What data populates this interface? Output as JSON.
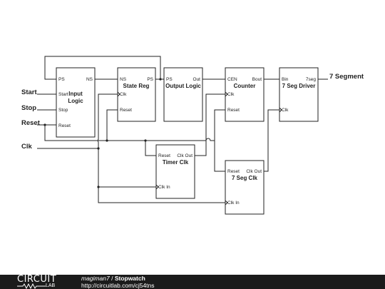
{
  "blocks": {
    "input_logic": {
      "title_line1": "Input",
      "title_line2": "Logic",
      "pins": [
        "PS",
        "NS",
        "Start",
        "Stop",
        "Reset"
      ]
    },
    "state_reg": {
      "title": "State Reg",
      "pins": [
        "NS",
        "PS",
        "Clk",
        "Reset"
      ]
    },
    "output_logic": {
      "title": "Output Logic",
      "pins": [
        "PS",
        "Out"
      ]
    },
    "counter": {
      "title": "Counter",
      "pins": [
        "CEN",
        "Bout",
        "Clk",
        "Reset"
      ]
    },
    "seg_driver": {
      "title": "7 Seg Driver",
      "pins": [
        "Bin",
        "7seg",
        "Clk"
      ]
    },
    "timer_clk": {
      "title": "Timer Clk",
      "pins": [
        "Reset",
        "Clk Out",
        "Clk In"
      ]
    },
    "seg_clk": {
      "title": "7 Seg Clk",
      "pins": [
        "Reset",
        "Clk Out",
        "Clk In"
      ]
    }
  },
  "signals": {
    "start": "Start",
    "stop": "Stop",
    "reset": "Reset",
    "clk": "Clk",
    "segment": "7 Segment"
  },
  "footer": {
    "logo_top": "CIRCUIT",
    "logo_bottom": "LAB",
    "author": "magiman7",
    "separator": "/",
    "project": "Stopwatch",
    "url": "http://circuitlab.com/cj54tns"
  }
}
